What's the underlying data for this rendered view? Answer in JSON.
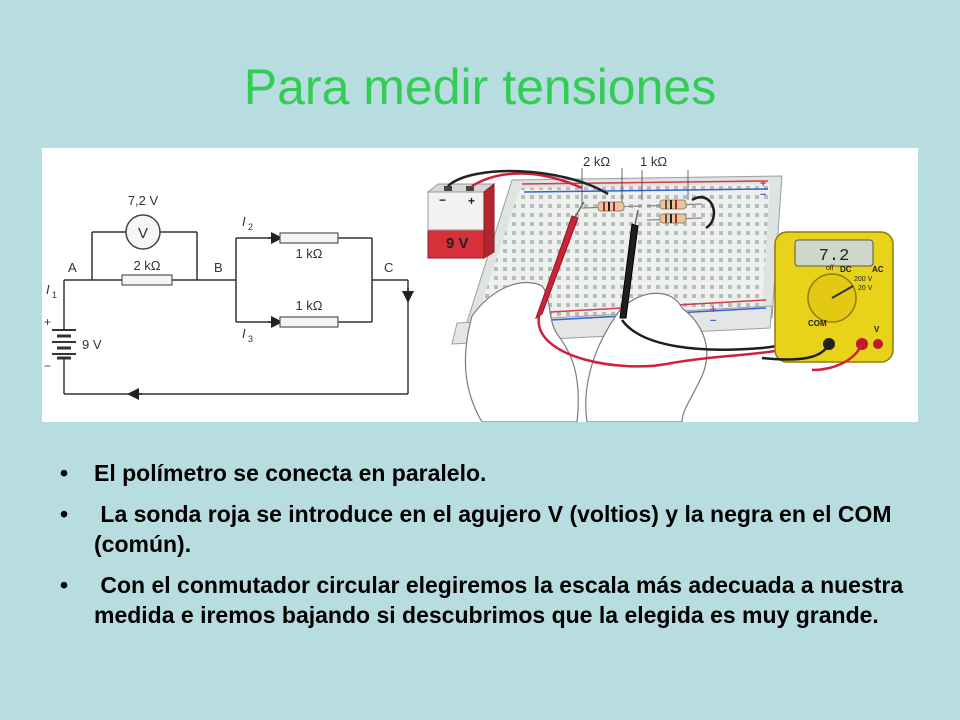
{
  "title": "Para medir tensiones",
  "circuit": {
    "voltmeter_reading": "7,2 V",
    "voltmeter_symbol": "V",
    "node_a": "A",
    "node_b": "B",
    "node_c": "C",
    "resistor_main": "2 kΩ",
    "resistor_top": "1 kΩ",
    "resistor_bottom": "1 kΩ",
    "current_1": "I",
    "current_1_sub": "1",
    "current_2": "I",
    "current_2_sub": "2",
    "current_3": "I",
    "current_3_sub": "3",
    "battery": "9 V",
    "plus": "+",
    "minus": "−"
  },
  "photo": {
    "battery_label": "9 V",
    "battery_minus": "−",
    "battery_plus": "+",
    "resistor_2k": "2 kΩ",
    "resistor_1k": "1 kΩ",
    "meter_display": "7.2",
    "meter_com": "COM",
    "meter_v": "V",
    "meter_dc": "DC",
    "meter_ac": "AC",
    "meter_200v": "200 V",
    "meter_20v": "20 V",
    "meter_off": "off",
    "rail_plus_top": "+",
    "rail_minus_top": "−",
    "rail_plus_bottom": "+",
    "rail_minus_bottom": "−"
  },
  "bullets": [
    "El polímetro se conecta en paralelo.",
    " La sonda roja se introduce en el agujero V (voltios) y la negra en el COM (común).",
    " Con el conmutador circular elegiremos la escala más adecuada a nuestra medida e iremos bajando si descubrimos que la elegida es muy grande."
  ],
  "bullet_symbol": "•",
  "colors": {
    "background": "#b8dde0",
    "title": "#33cc55",
    "meter_body": "#e8d21a",
    "probe_red": "#d0213a",
    "battery_red": "#d8303a"
  }
}
